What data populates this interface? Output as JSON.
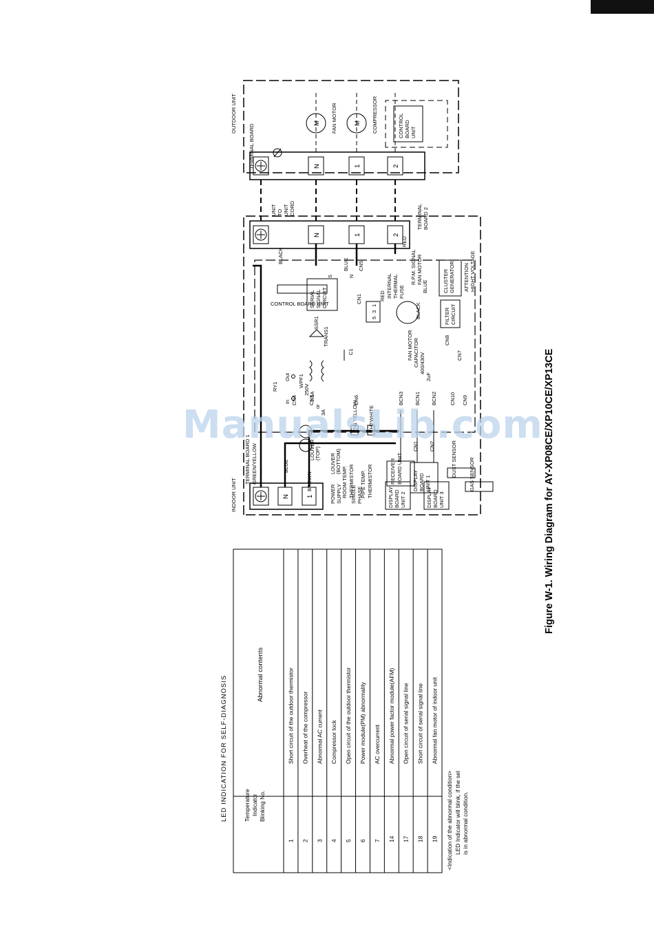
{
  "figure": {
    "caption": "Figure W-1. Wiring Diagram for AY-XP08CE/XP10CE/XP13CE"
  },
  "watermark": "ManualsLib.com",
  "led_table": {
    "title": "LED INDICATION FOR SELF-DIAGNOSIS",
    "col_header_1": [
      "Temperature",
      "Indicator",
      "Blinking No."
    ],
    "col_header_2": "Abnormal contents",
    "rows": [
      {
        "no": "1",
        "content": "Short circuit of the outdoor thermistor"
      },
      {
        "no": "2",
        "content": "Overheat of the compressor"
      },
      {
        "no": "3",
        "content": "Abnormal AC current"
      },
      {
        "no": "4",
        "content": "Compressor lock"
      },
      {
        "no": "5",
        "content": "Open circuit of the outdoor thermistor"
      },
      {
        "no": "6",
        "content": "Power module(PM) abnormality"
      },
      {
        "no": "7",
        "content": "AC overcurrent"
      },
      {
        "no": "14",
        "content": "Abnormal power factor module(AFM)"
      },
      {
        "no": "17",
        "content": "Open circuit of serial signal line"
      },
      {
        "no": "18",
        "content": "Short circuit of serial signal line"
      },
      {
        "no": "19",
        "content": "Abnormal fan motor of indoor unit"
      }
    ],
    "note_title": "Indication of the abnormal condition",
    "note_lines": [
      "LED Indicator will blink, if the sel",
      "is in abnormal condition."
    ]
  },
  "outdoor": {
    "label": "OUTDOOR UNIT",
    "terminal_board": "TERMINAL BOARD",
    "fan_motor": "FAN MOTOR",
    "compressor": "COMPRESSOR",
    "motor_symbol": "M",
    "control_board": [
      "CONTROL",
      "BOARD",
      "UNIT"
    ],
    "terminals": [
      "N",
      "1",
      "2"
    ]
  },
  "cord": [
    "UNIT",
    "TO",
    "UNIT",
    "CORD"
  ],
  "indoor": {
    "label": "INDOOR UNIT",
    "terminal_board_1": "TERMINAL BOARD 1",
    "green_yellow": "GREEN/YELLOW",
    "terminal_board_2": [
      "TERMINAL",
      "BOARD 2"
    ],
    "terminals_tb1": [
      "N",
      "1"
    ],
    "terminals_tb2": [
      "N",
      "1",
      "2"
    ],
    "blue": "BLUE",
    "brown": "BROWN",
    "black": "BLACK",
    "red": "RED",
    "power_supply": [
      "POWER",
      "SUPPLY"
    ],
    "single_phase": [
      "SINGLE",
      "PHASE"
    ],
    "control_board": "CONTROL BOARD UNIT",
    "serial_circuit": [
      "SERIAL",
      "SIGNAL",
      "CIRCUIT"
    ],
    "ssr": "SSR1",
    "trans": "TRANS1",
    "c1": "C1",
    "ry": "RY1",
    "out": "Out",
    "in": "In",
    "wpf": [
      "WPF1",
      "250V",
      "2.5A",
      "or",
      "3A"
    ],
    "louver_top": [
      "LOUVER",
      "(TOP)"
    ],
    "louver_bottom": [
      "LOUVER",
      "(BOTTOM)"
    ],
    "room_temp": [
      "ROOM TEMP.",
      "THERMISTOR"
    ],
    "pipe_temp": [
      "PIPE TEMP.",
      "THERMISTOR"
    ],
    "th1": "TH1",
    "th2": "TH2",
    "yellow": "YELLOW",
    "white": "WHITE",
    "receiver": [
      "RECEIVER",
      "BOARD UNIT"
    ],
    "display1": [
      "DISPLAY",
      "BOARD",
      "UNIT 1"
    ],
    "display2": [
      "DISPLAY",
      "BOARD",
      "UNIT 2"
    ],
    "display3": [
      "DISPLAY",
      "BOARD",
      "UNIT 3"
    ],
    "dust_sensor": "DUST SENSOR",
    "gas_sensor": "GAS SENSOR",
    "fan_capacitor": [
      "FAN MOTOR",
      "CAPACITOR",
      "400/430V",
      "2uF"
    ],
    "internal_fuse": [
      "INTERNAL",
      "THERMAL",
      "FUSE"
    ],
    "rpm_motor": [
      "R.P.M. SIGNAL",
      "FAN MOTOR"
    ],
    "filter_circuit": [
      "FILTER",
      "CIRCUIT"
    ],
    "cluster_gen": [
      "CLUSTER",
      "GENERATOR"
    ],
    "attention": [
      "ATTENTION",
      "HIGHT VOLTAGE"
    ],
    "blue2": "BLUE",
    "black2": "BLACK",
    "red2": "RED",
    "connectors": {
      "cn1": "CN1",
      "cn3": "CN3",
      "cn4": "CN4",
      "cn5": "CN5",
      "cn6": "CN6",
      "cn7": "CN7",
      "cn8": "CN8",
      "cn9": "CN9",
      "cn10": "CN10",
      "bcn1": "BCN1",
      "bcn2": "BCN2",
      "bcn3": "BCN3",
      "cn1b": "CN1",
      "cn2b": "CN2"
    },
    "pins": {
      "s": "S",
      "n": "N",
      "p1": "1",
      "p3": "3",
      "p5": "5",
      "p2": "2"
    }
  }
}
